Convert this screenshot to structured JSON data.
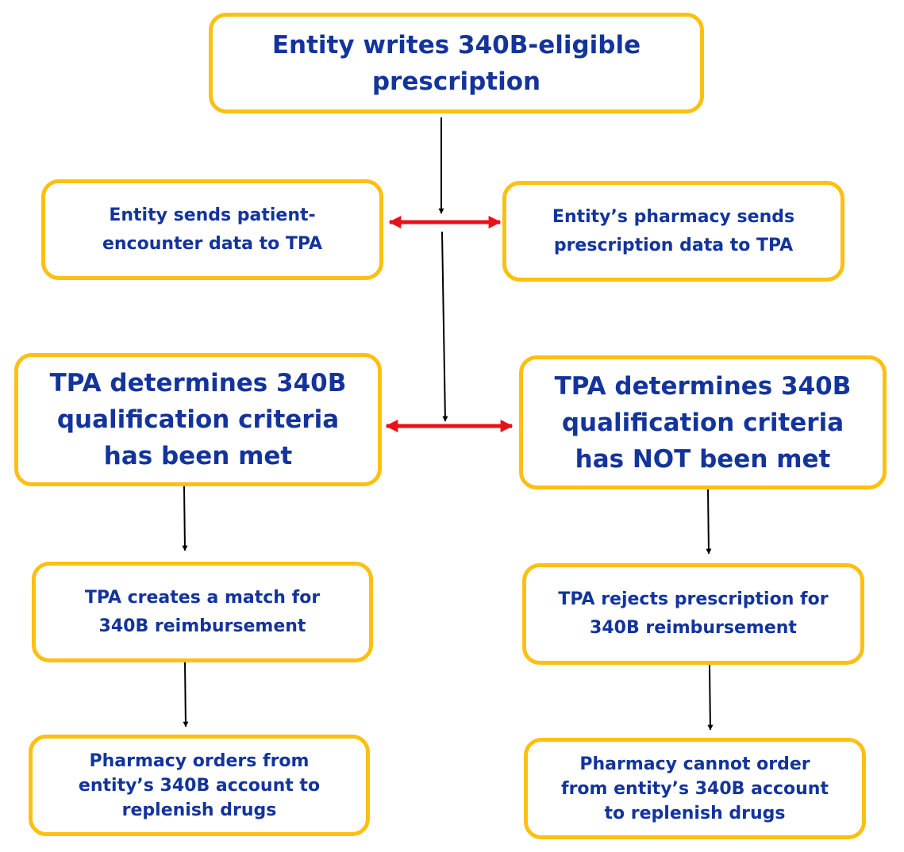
{
  "colors": {
    "box_border": "#FDBF12",
    "text": "#13349B",
    "flow_arrow": "#000000",
    "exchange_arrow": "#E8111A"
  },
  "nodes": {
    "write_rx": "Entity writes 340B-eligible\nprescription",
    "send_encounter": "Entity sends patient-\nencounter data to TPA",
    "pharmacy_sends": "Entity’s pharmacy sends\nprescription data to TPA",
    "criteria_met": "TPA determines 340B\nqualification criteria\nhas been met",
    "criteria_not_met": "TPA determines 340B\nqualification criteria\nhas NOT been met",
    "creates_match": "TPA creates a match for\n340B reimbursement",
    "rejects_rx": "TPA rejects prescription for\n340B reimbursement",
    "orders_account": "Pharmacy orders from\nentity’s 340B account to\nreplenish drugs",
    "cannot_order": "Pharmacy cannot order\nfrom entity’s 340B account\nto replenish drugs"
  }
}
